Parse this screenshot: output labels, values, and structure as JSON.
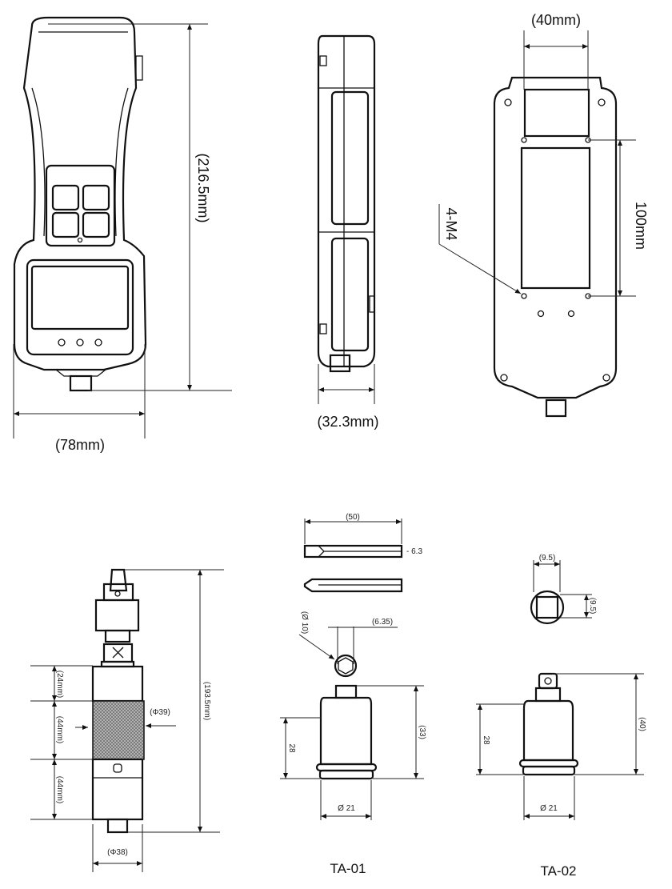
{
  "front_view": {
    "height_label": "(216.5mm)",
    "width_label": "(78mm)"
  },
  "side_view": {
    "depth_label": "(32.3mm)"
  },
  "back_view": {
    "top_width_label": "(40mm)",
    "hole_spacing_label": "100mm",
    "mount_label": "4-M4"
  },
  "torque_adapter": {
    "total_length_label": "(193.5mm)",
    "seg1_label": "(24mm)",
    "seg2_label": "(44mm)",
    "seg3_label": "(44mm)",
    "grip_dia_label": "(Φ39)",
    "base_dia_label": "(Φ38)"
  },
  "ta01": {
    "bit_length_label": "(50)",
    "bit_width_label": "- 6.3",
    "socket_dia_label": "(Ø 10)",
    "hex_label": "(6.35)",
    "height_label": "28",
    "total_label": "(33)",
    "dia_label": "Ø 21",
    "name": "TA-01"
  },
  "ta02": {
    "square_w_label": "(9.5)",
    "square_h_label": "(9.5)",
    "height_label": "28",
    "total_label": "(40)",
    "dia_label": "Ø 21",
    "name": "TA-02"
  }
}
